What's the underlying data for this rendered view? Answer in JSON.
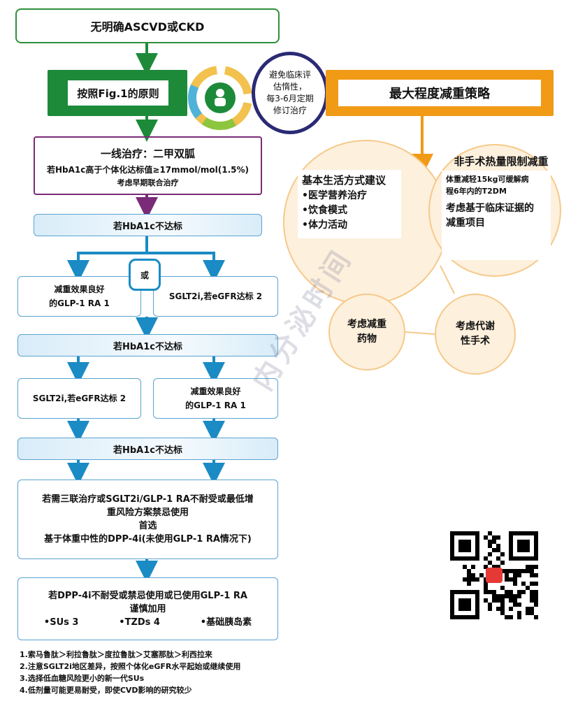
{
  "top_box": "无明确ASCVD或CKD",
  "principle": "按照Fig.1的原则",
  "inertia": [
    "避免临床评",
    "估惰性，",
    "每3-6月定期",
    "修订治疗"
  ],
  "strategy": "最大程度减重策略",
  "first_line": {
    "title": "一线治疗：二甲双胍",
    "line2": "若HbA1c高于个体化达标值≥17mmol/mol(1.5%)",
    "line3": "考虑早期联合治疗"
  },
  "not_target": "若HbA1c不达标",
  "or_label": "或",
  "opt_glp1": [
    "减重效果良好",
    "的GLP-1 RA 1"
  ],
  "opt_sglt2": "SGLT2i,若eGFR达标 2",
  "triple": {
    "line1": "若需三联治疗或SGLT2i/GLP-1 RA不耐受或最低增",
    "line2": "重风险方案禁忌使用",
    "line3": "首选",
    "line4": "基于体重中性的DPP-4i(未使用GLP-1 RA情况下)"
  },
  "caution": {
    "line1": "若DPP-4i不耐受或禁忌使用或已使用GLP-1 RA",
    "line2": "谨慎加用",
    "drugs": [
      "•SUs 3",
      "•TZDs 4",
      "•基础胰岛素"
    ]
  },
  "footnotes": [
    "1.索马鲁肽＞利拉鲁肽＞度拉鲁肽＞艾塞那肽＞利西拉来",
    "2.注意SGLT2i地区差异，按照个体化eGFR水平起始或继续使用",
    "3.选择低血糖风险更小的新一代SUs",
    "4.低剂量可能更易耐受，即使CVD影响的研究较少"
  ],
  "lifestyle": {
    "title": "基本生活方式建议",
    "items": [
      "•医学营养治疗",
      "•饮食模式",
      "•体力活动"
    ]
  },
  "nonsurgical": {
    "title": "非手术热量限制减重",
    "small": [
      "体重减轻15kg可缓解病",
      "程6年内的T2DM"
    ],
    "big": [
      "考虑基于临床证据的",
      "减重项目"
    ]
  },
  "drug_circle": [
    "考虑减重",
    "药物"
  ],
  "surgery_circle": [
    "考虑代谢",
    "性手术"
  ],
  "watermark": "内分泌时间",
  "colors": {
    "green": "#1d8a3a",
    "orange": "#f09a16",
    "purple": "#7a2b78",
    "blue": "#1a8bc4",
    "navy": "#2a2a75",
    "peach": "#fdf0dd"
  }
}
